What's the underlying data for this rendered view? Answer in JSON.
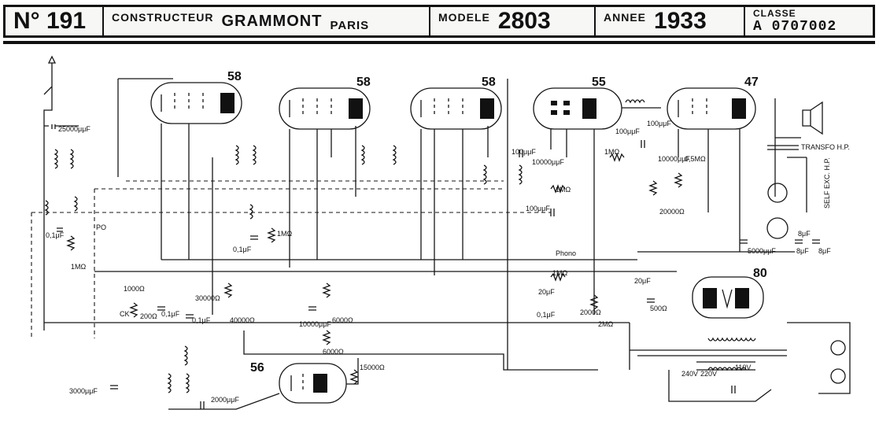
{
  "header": {
    "number": "N° 191",
    "constructeur_label": "CONSTRUCTEUR",
    "constructeur": "GRAMMONT",
    "city": "PARIS",
    "modele_label": "MODELE",
    "modele": "2803",
    "annee_label": "ANNEE",
    "annee": "1933",
    "classe_label": "CLASSE",
    "classe": "A 0707002"
  },
  "tubes": [
    "58",
    "58",
    "58",
    "55",
    "47",
    "80",
    "56"
  ],
  "components": {
    "c_antenna": "25000μμF",
    "c_01a": "0,1μF",
    "r_1m_a": "1MΩ",
    "switch_po": "PO",
    "c_01b": "0,1μF",
    "r_1m_b": "1MΩ",
    "r_1000": "1000Ω",
    "r_200": "200Ω",
    "ck": "CK",
    "c_01c": "0,1μF",
    "r_30000": "30000Ω",
    "c_01d": "0,1μF",
    "r_40000": "40000Ω",
    "c_10000a": "10000μμF",
    "r_6000a": "6000Ω",
    "r_6000b": "6000Ω",
    "c_3000": "3000μμF",
    "c_2000": "2000μμF",
    "r_15000": "15000Ω",
    "c_100a": "100μμF",
    "c_10000b": "10000μμF",
    "r_1m_c": "1MΩ",
    "c_100b": "100μμF",
    "phono": "Phono",
    "r_1m_d": "1MΩ",
    "c_20a": "20μF",
    "c_01e": "0,1μF",
    "r_2000": "2000Ω",
    "r_2m": "2MΩ",
    "c_100c": "100μμF",
    "c_100d": "100μμF",
    "r_1m_e": "1MΩ",
    "c_10000c": "10000μμF",
    "r_05m": "0,5MΩ",
    "r_20000": "20000Ω",
    "c_5000": "5000μμF",
    "c_8a": "8μF",
    "c_8b": "8μF",
    "c_8c": "8μF",
    "c_20b": "20μF",
    "r_500": "500Ω",
    "transfo_hp": "TRANSFO H.P.",
    "self_exc": "SELF EXC. H.P.",
    "v240": "240V",
    "v220": "220V",
    "v110": "110V"
  }
}
